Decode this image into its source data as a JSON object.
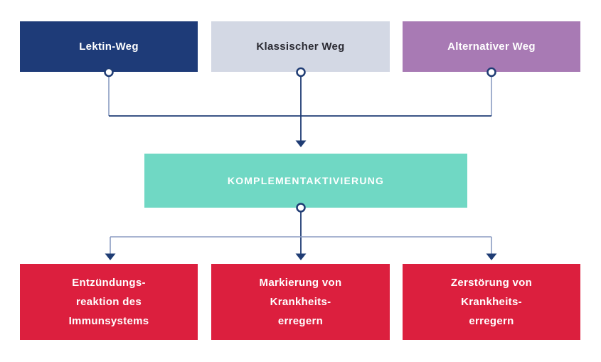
{
  "diagram": {
    "pathways": [
      {
        "id": "lektin",
        "label": "Lektin-Weg",
        "bg": "#1e3b78",
        "text_color": "#ffffff"
      },
      {
        "id": "klassisch",
        "label": "Klassischer Weg",
        "bg": "#d3d8e4",
        "text_color": "#2b2b33"
      },
      {
        "id": "alternativ",
        "label": "Alternativer Weg",
        "bg": "#a87ab4",
        "text_color": "#ffffff"
      }
    ],
    "central": {
      "label": "KOMPLEMENTAKTIVIERUNG",
      "bg": "#70d8c4",
      "text_color": "#ffffff"
    },
    "outcomes": [
      {
        "id": "entzuendungsreaktion",
        "lines": [
          "Entzündungs-",
          "reaktion des",
          "Immunsystems"
        ],
        "bg": "#dc1f3e",
        "text_color": "#ffffff"
      },
      {
        "id": "markierung",
        "lines": [
          "Markierung von",
          "Krankheits-",
          "erregern"
        ],
        "bg": "#dc1f3e",
        "text_color": "#ffffff"
      },
      {
        "id": "zerstoerung",
        "lines": [
          "Zerstörung von",
          "Krankheits-",
          "erregern"
        ],
        "bg": "#dc1f3e",
        "text_color": "#ffffff"
      }
    ],
    "edges": [
      {
        "from": "Lektin-Weg",
        "to": "KOMPLEMENTAKTIVIERUNG"
      },
      {
        "from": "Klassischer Weg",
        "to": "KOMPLEMENTAKTIVIERUNG"
      },
      {
        "from": "Alternativer Weg",
        "to": "KOMPLEMENTAKTIVIERUNG"
      },
      {
        "from": "KOMPLEMENTAKTIVIERUNG",
        "to": "Entzündungsreaktion des Immunsystems"
      },
      {
        "from": "KOMPLEMENTAKTIVIERUNG",
        "to": "Markierung von Krankheitserregern"
      },
      {
        "from": "KOMPLEMENTAKTIVIERUNG",
        "to": "Zerstörung von Krankheitserregern"
      }
    ],
    "connector_colors": {
      "dark": "#1f3c74",
      "light": "#8b9cc2"
    }
  }
}
